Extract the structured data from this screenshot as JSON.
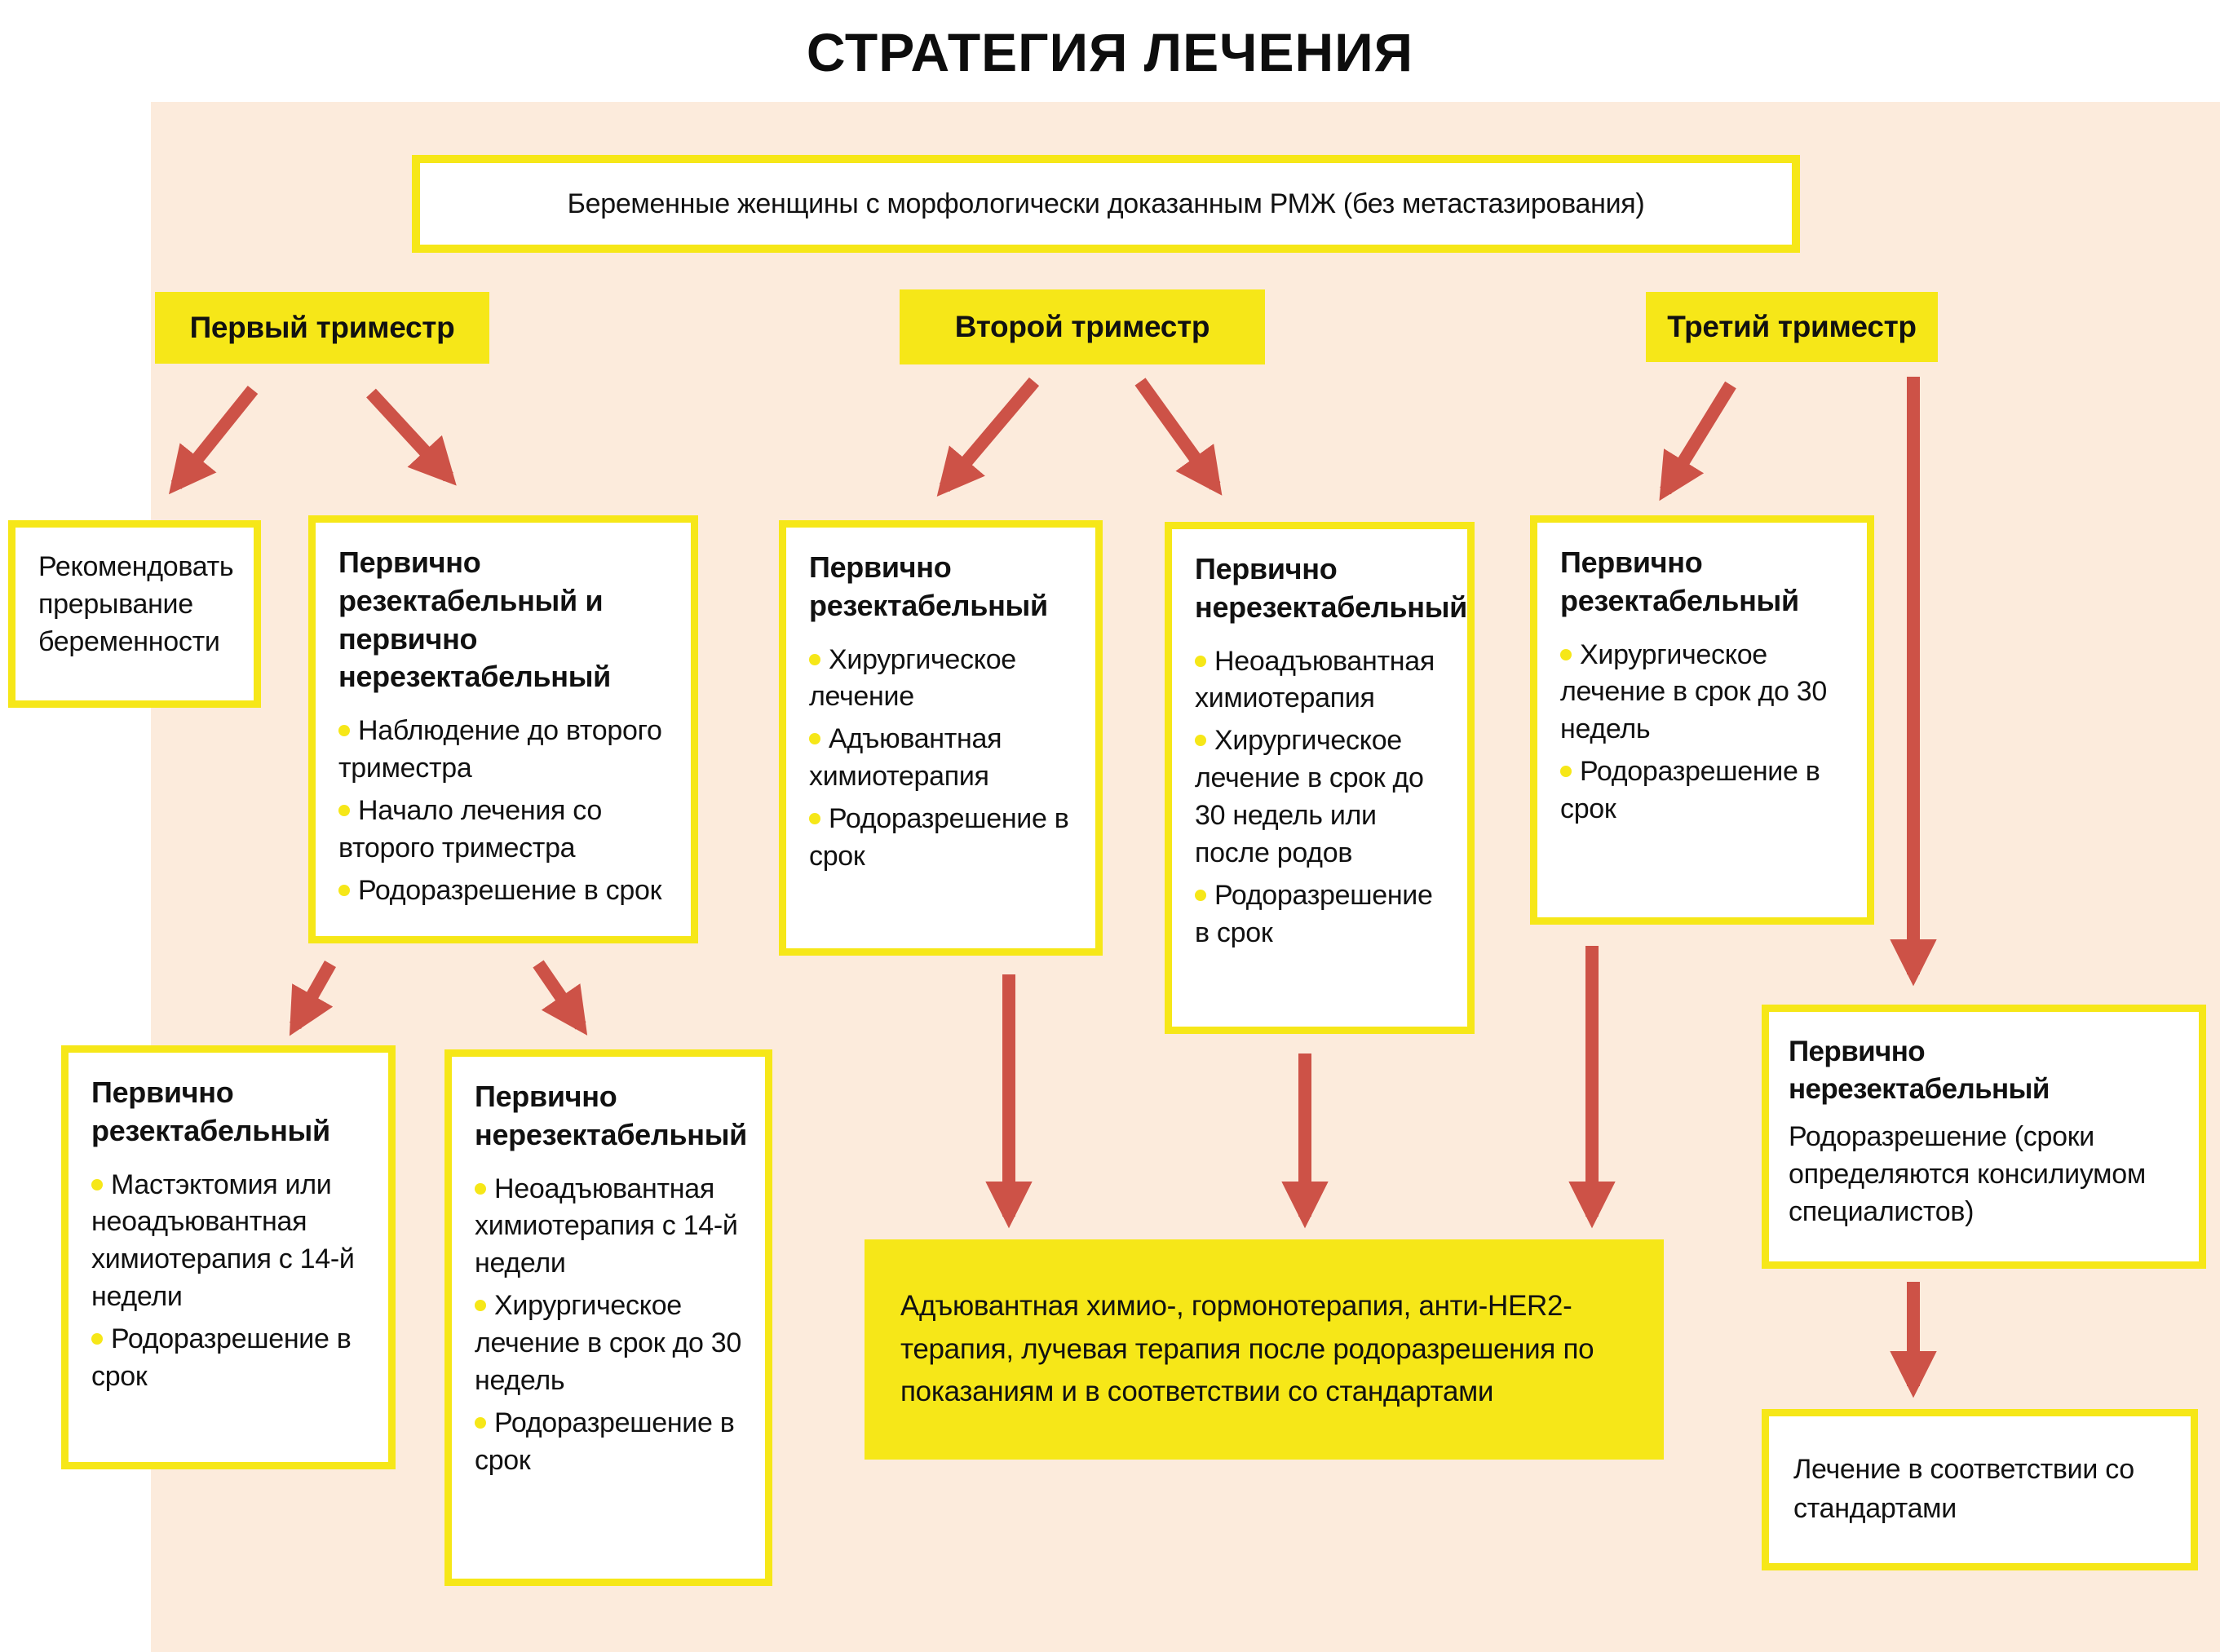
{
  "title": "СТРАТЕГИЯ ЛЕЧЕНИЯ",
  "colors": {
    "background_peach": "#fcebdc",
    "accent_yellow": "#f6e718",
    "arrow_red": "#cd5247",
    "text": "#111111"
  },
  "root": {
    "text": "Беременные женщины с морфологически доказанным РМЖ (без метастазирования)"
  },
  "trimesters": {
    "first": "Первый триместр",
    "second": "Второй триместр",
    "third": "Третий триместр"
  },
  "boxes": {
    "recommend_abortion": {
      "text": "Рекомендовать прерывание беременности"
    },
    "t1_combined": {
      "title": "Первично резектабельный и первично нерезектабельный",
      "bullets": [
        "Наблюдение до второго триместра",
        "Начало лечения со второго триместра",
        "Родоразрешение в срок"
      ]
    },
    "t1_resectable": {
      "title": "Первично резектабельный",
      "bullets": [
        "Мастэктомия или неоадъювантная химиотерапия с 14-й недели",
        "Родоразрешение в срок"
      ]
    },
    "t1_unresectable": {
      "title": "Первично нерезектабельный",
      "bullets": [
        "Неоадъювантная химиотерапия с 14-й недели",
        "Хирургическое лечение в срок до 30 недель",
        "Родоразрешение в срок"
      ]
    },
    "t2_resectable": {
      "title": "Первично резектабельный",
      "bullets": [
        "Хирургическое лечение",
        "Адъювантная химиотерапия",
        "Родоразрешение в срок"
      ]
    },
    "t2_unresectable": {
      "title": "Первично нерезектабельный",
      "bullets": [
        "Неоадъювантная химиотерапия",
        "Хирургическое лечение в срок до 30 недель или после родов",
        "Родоразрешение в срок"
      ]
    },
    "t3_resectable": {
      "title": "Первично резектабельный",
      "bullets": [
        "Хирургическое лечение в срок до 30 недель",
        "Родоразрешение в срок"
      ]
    },
    "t3_unresectable": {
      "title": "Первично нерезектабельный",
      "text": "Родоразрешение (сроки определяются консилиумом специалистов)"
    },
    "adjuvant": {
      "text": "Адъювантная химио-, гормонотерапия, анти-HER2-терапия, лучевая терапия после родоразрешения по показаниям и в соответствии со стандартами"
    },
    "standards": {
      "text": "Лечение в соответствии со стандартами"
    }
  }
}
